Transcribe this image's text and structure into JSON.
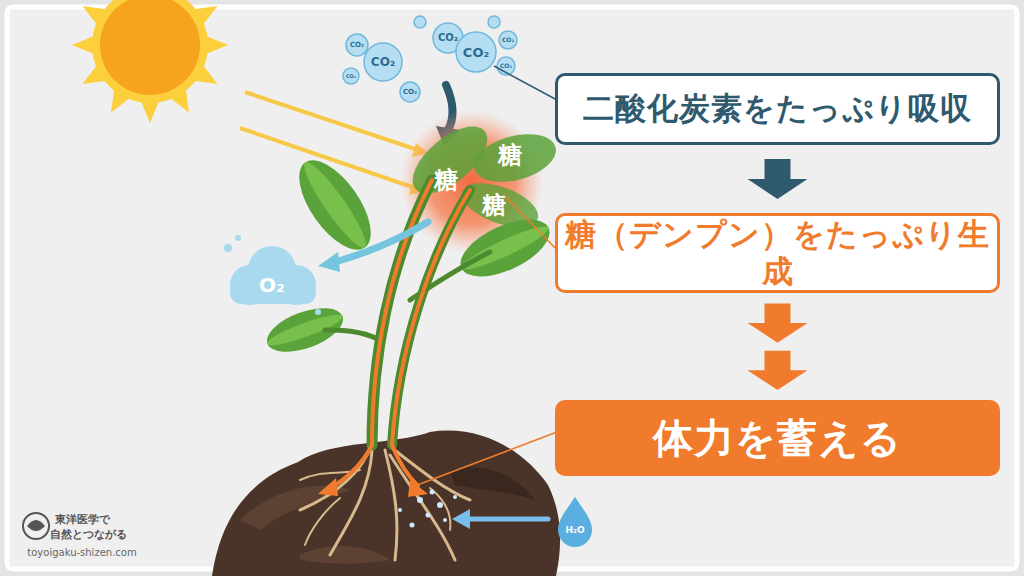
{
  "diagram": {
    "nodes": [
      {
        "text": [
          "二酸化炭素をたっぷり吸収"
        ]
      },
      {
        "text": [
          "糖（デンプン）をたっぷり生成"
        ]
      },
      {
        "text": [
          "体力を蓄える"
        ]
      }
    ],
    "edges": [
      {
        "from": 0,
        "to": 1,
        "arrow": "to"
      },
      {
        "from": 1,
        "to": 2,
        "arrow": "to"
      }
    ],
    "labels": [
      "CO₂",
      "CO₂",
      "CO₂",
      "CO₂",
      "CO₂",
      "CO₂",
      "CO₂",
      "CO₂",
      "糖",
      "糖",
      "糖",
      "O₂",
      "H₂O",
      "東洋医学で",
      "自然とつながる",
      "toyoigaku-shizen.com"
    ]
  }
}
